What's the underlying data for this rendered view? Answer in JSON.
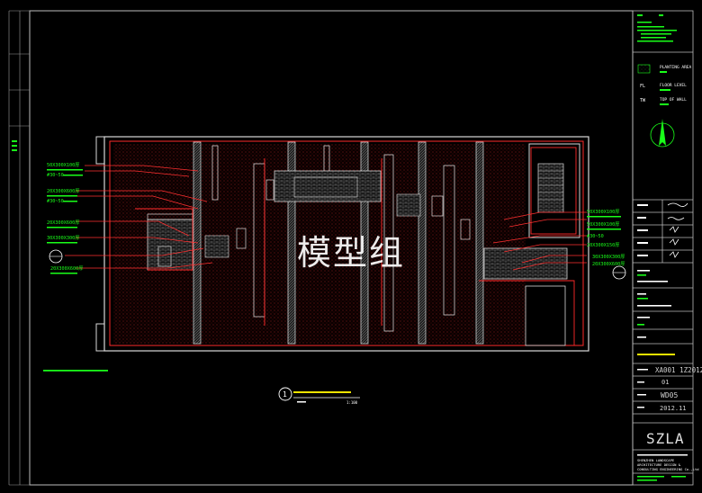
{
  "watermark": "模型组",
  "left_callouts": [
    {
      "text": "50X300X100厚"
    },
    {
      "text": "#30~50"
    },
    {
      "text": "20X300X600厚"
    },
    {
      "text": "#30~50"
    },
    {
      "text": "20X300X600厚"
    },
    {
      "text": "30X300X300厚"
    },
    {
      "text": "20X300X600厚"
    }
  ],
  "right_callouts": [
    {
      "text": "50X300X100厚"
    },
    {
      "text": "50X300X100厚"
    },
    {
      "text": "#30~50"
    },
    {
      "text": "20X300X150厚"
    },
    {
      "text": "30X300X300厚"
    },
    {
      "text": "20X300X600厚"
    }
  ],
  "plan_title": {
    "number": "1",
    "scale": "1:100"
  },
  "title_block": {
    "legend_fl": "FL",
    "legend_fl_label": "FLOOR LEVEL",
    "legend_tw": "TW",
    "legend_tw_label": "TOP OF WALL",
    "legend_planting": "PLANTING AREA",
    "drawing_no": "XA001 1Z2012",
    "sheet": "01",
    "drawing_code": "WD05",
    "date": "2012.11",
    "logo": "SZLA",
    "company_lines": [
      "SHENZHEN LANDSCAPE",
      "ARCHITECTURE DESIGN &",
      "CONSULTING ENGINEERING Co.,Ltd"
    ]
  },
  "colors": {
    "background": "#000000",
    "outline": "#d8d8d8",
    "wall": "#ff2a2a",
    "hatch": "#8a1a1a",
    "annotation": "#19ff19",
    "yellow": "#f0e400",
    "magenta": "#ff33ff"
  }
}
